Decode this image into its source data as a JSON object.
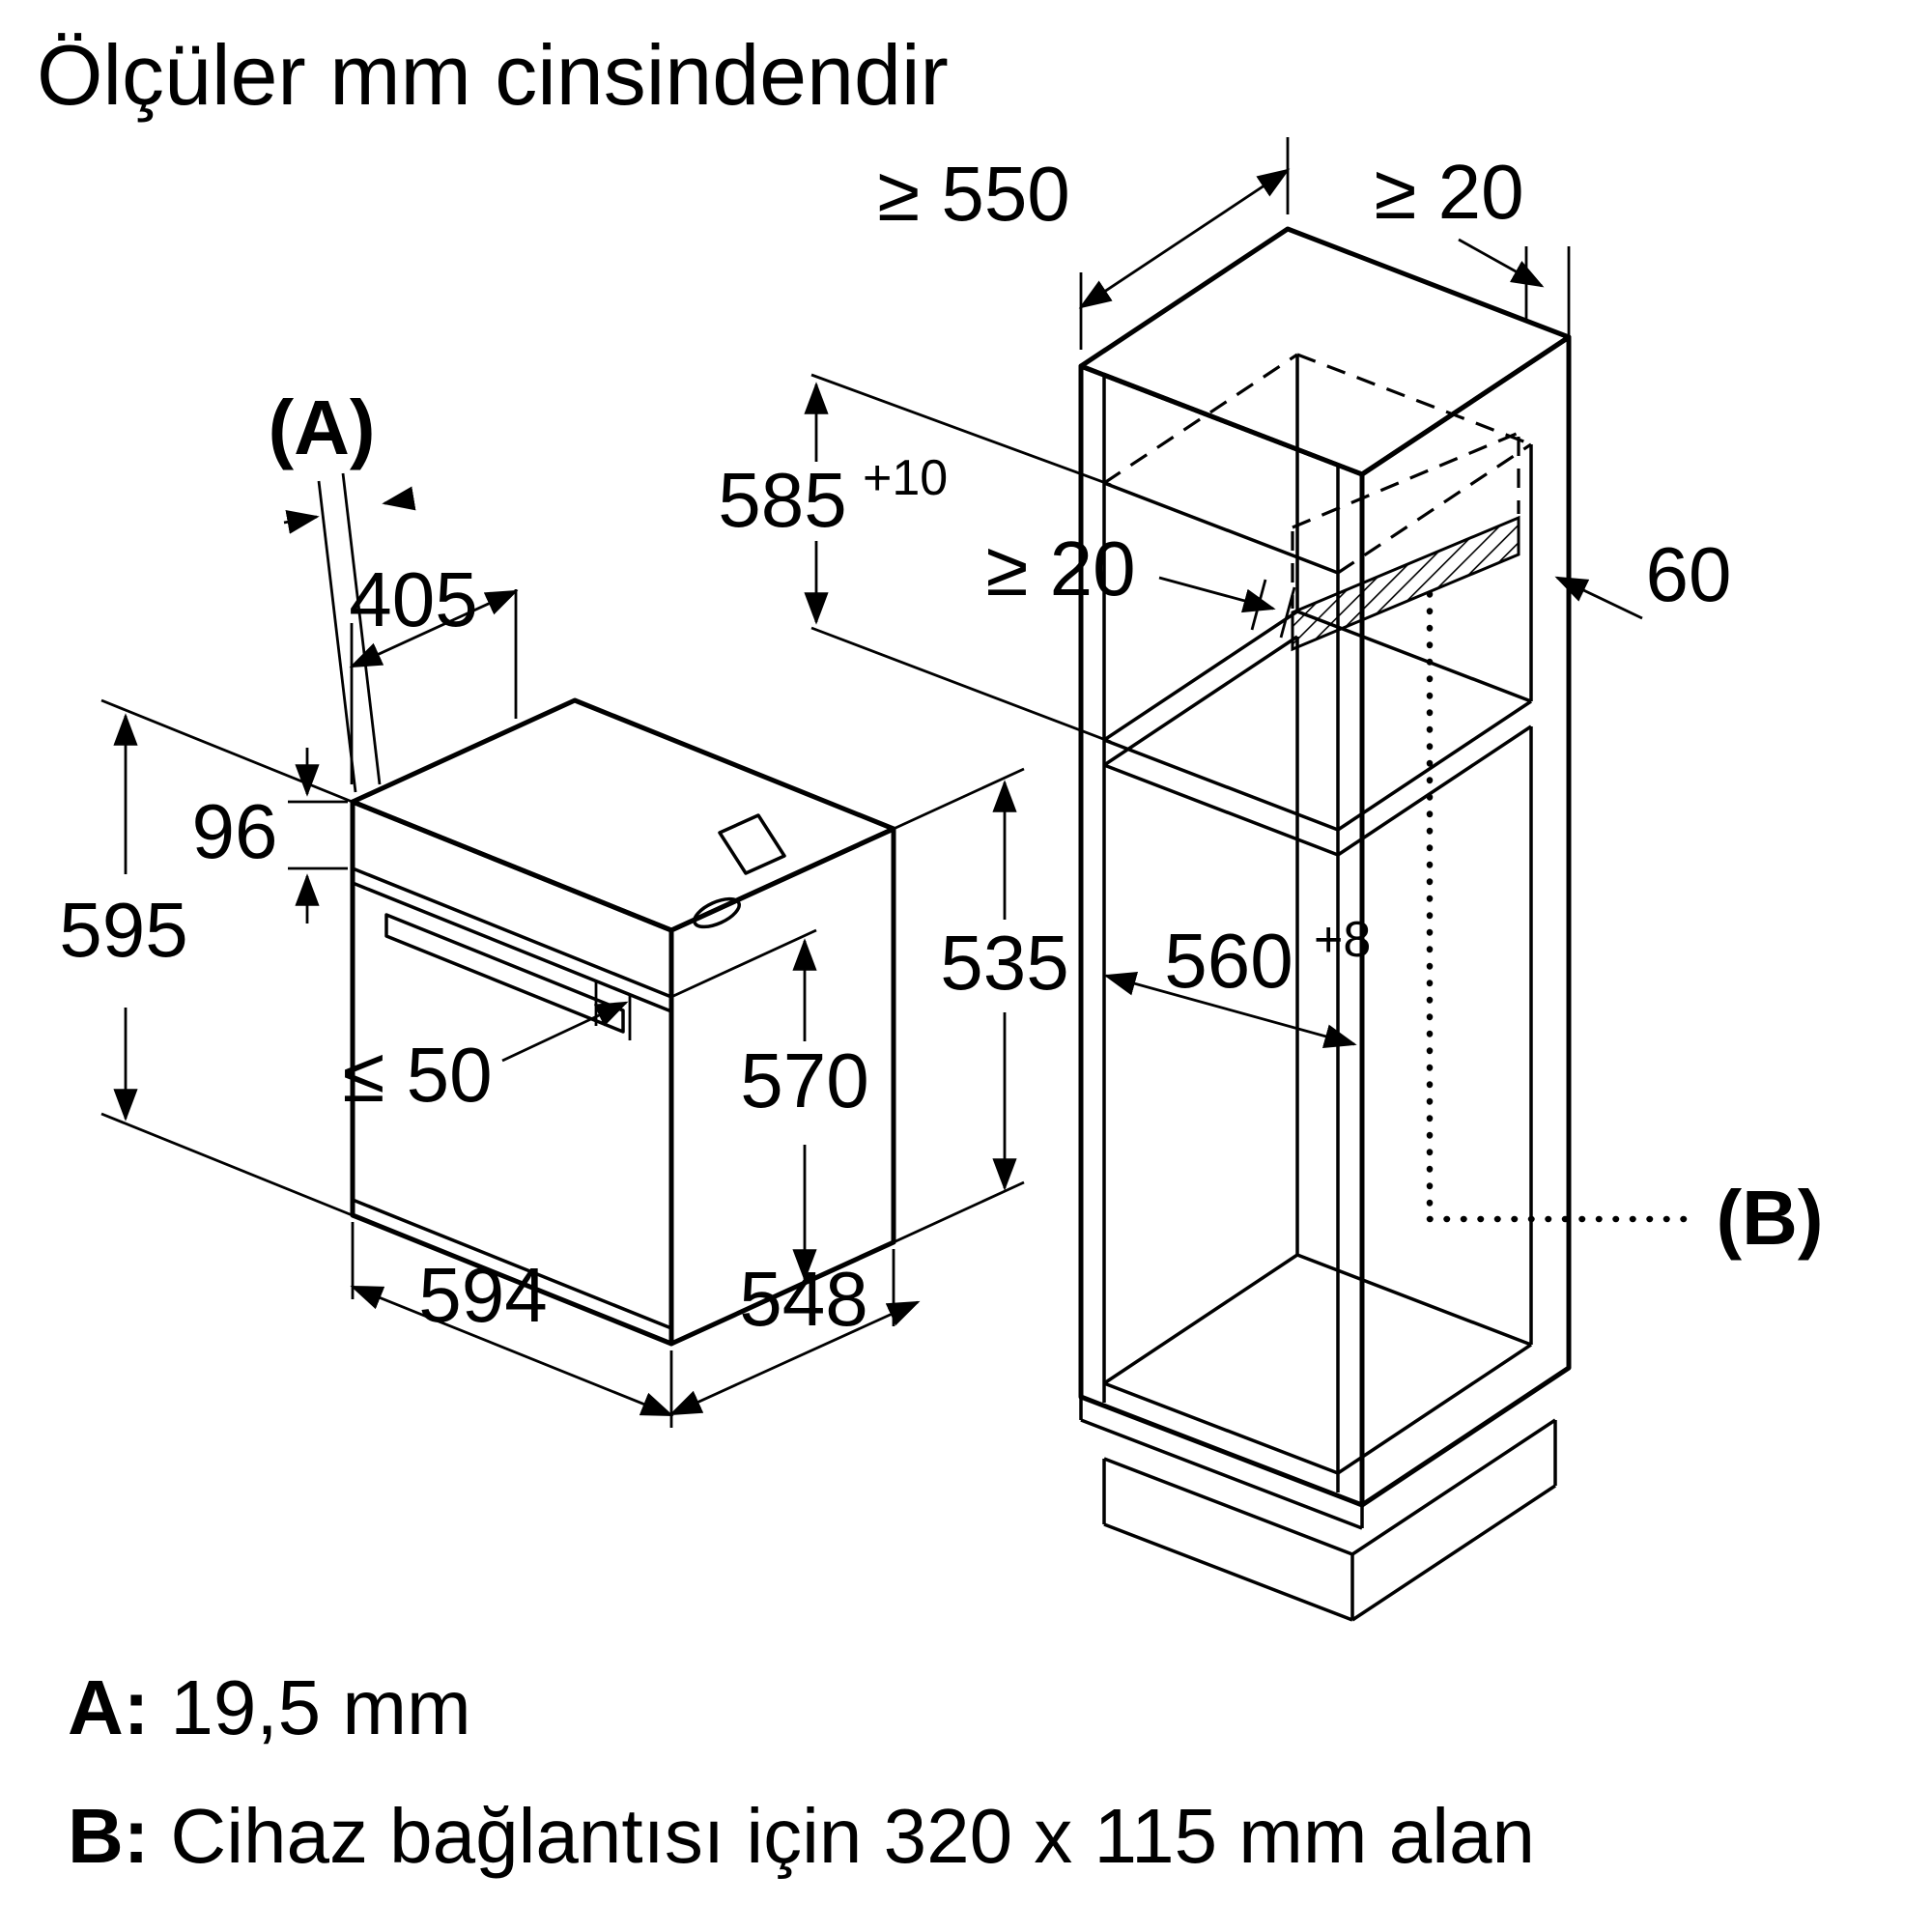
{
  "title": "Ölçüler mm cinsindendir",
  "legend": {
    "a_label": "A:",
    "a_value": "19,5 mm",
    "b_label": "B:",
    "b_value": "Cihaz bağlantısı için 320 x 115 mm alan"
  },
  "oven": {
    "ref_a": "(A)",
    "top_depth": "405",
    "panel_height": "96",
    "height": "595",
    "handle_clearance": "≤ 50",
    "door_height": "570",
    "body_height": "535",
    "width": "594",
    "body_depth": "548"
  },
  "cabinet": {
    "depth_min": "≥ 550",
    "rear_gap_min": "≥ 20",
    "niche_height": "585",
    "niche_height_tol": "+10",
    "shelf_gap_min": "≥ 20",
    "vent_depth": "60",
    "niche_depth": "560",
    "niche_depth_tol": "+8",
    "ref_b": "(B)"
  }
}
